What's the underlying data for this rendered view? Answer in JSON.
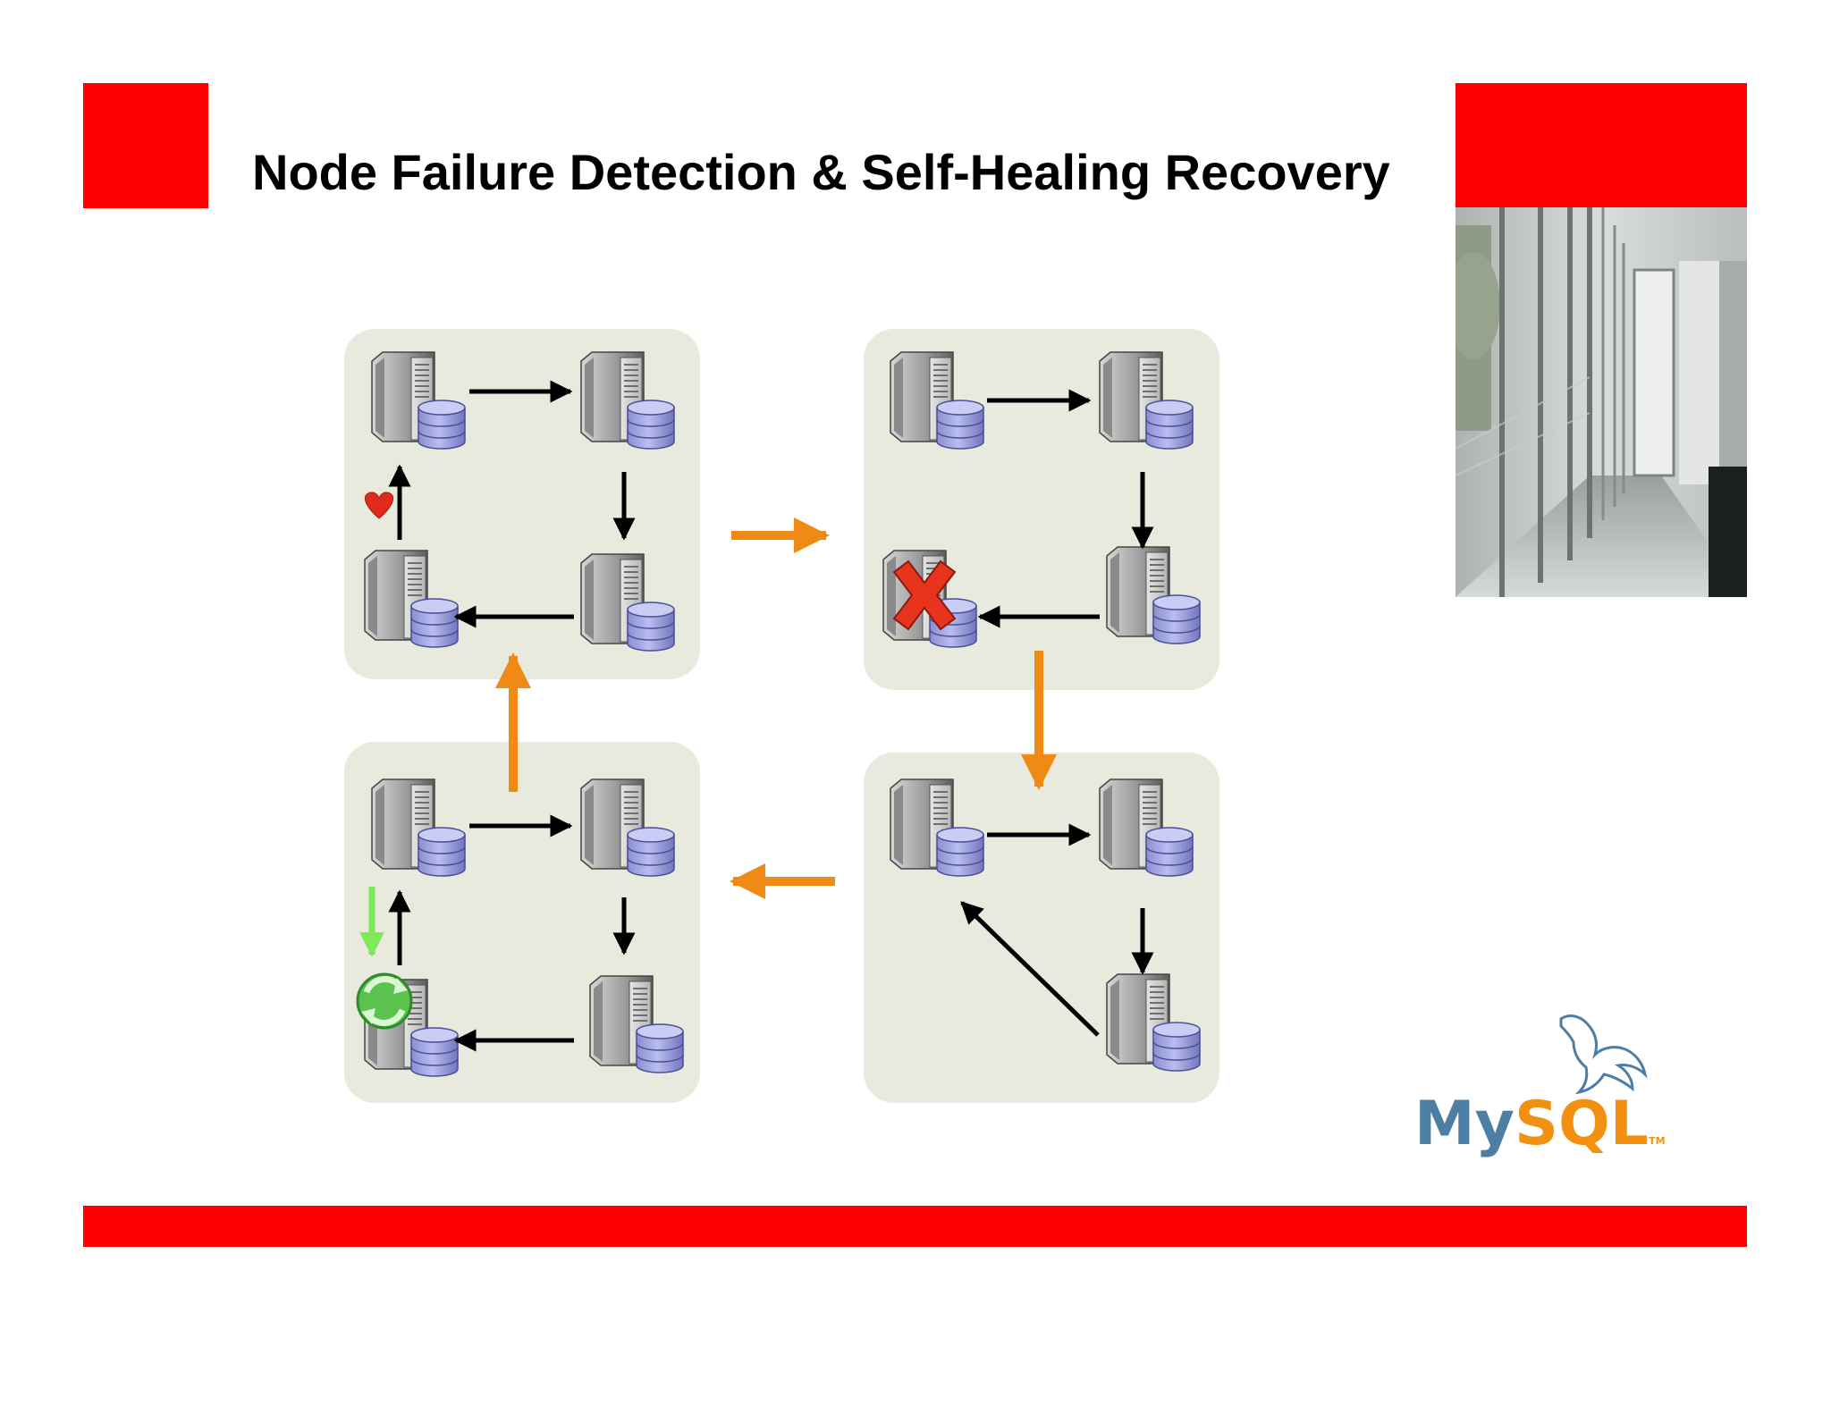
{
  "slide": {
    "title": "Node Failure Detection & Self-Healing Recovery"
  },
  "colors": {
    "brand_red": "#ff0000",
    "panel_background": "#e7eadc",
    "transition_arrow": "#ef8a17",
    "node_arrow": "#000000",
    "failure_mark": "#e8341c",
    "heartbeat": "#e02a1e",
    "recovery_icon": "#3fb43a",
    "rejoin_arrow": "#7ce85a"
  },
  "diagram": {
    "panels": [
      {
        "id": "healthy-ring",
        "nodes": 4,
        "icons": [
          "heart-icon"
        ]
      },
      {
        "id": "node-failure",
        "nodes": 4,
        "icons": [
          "failure-x-icon"
        ]
      },
      {
        "id": "ring-bypass",
        "nodes": 3,
        "icons": []
      },
      {
        "id": "node-recovery",
        "nodes": 4,
        "icons": [
          "recovery-arrows-icon",
          "rejoin-arrow-icon"
        ]
      }
    ]
  },
  "logo": {
    "text_my": "My",
    "text_sql": "SQL",
    "trademark": "TM",
    "color_my": "#4d7ea3",
    "color_sql": "#f29111"
  },
  "decor": {
    "photo": "glass-corridor-photo"
  }
}
